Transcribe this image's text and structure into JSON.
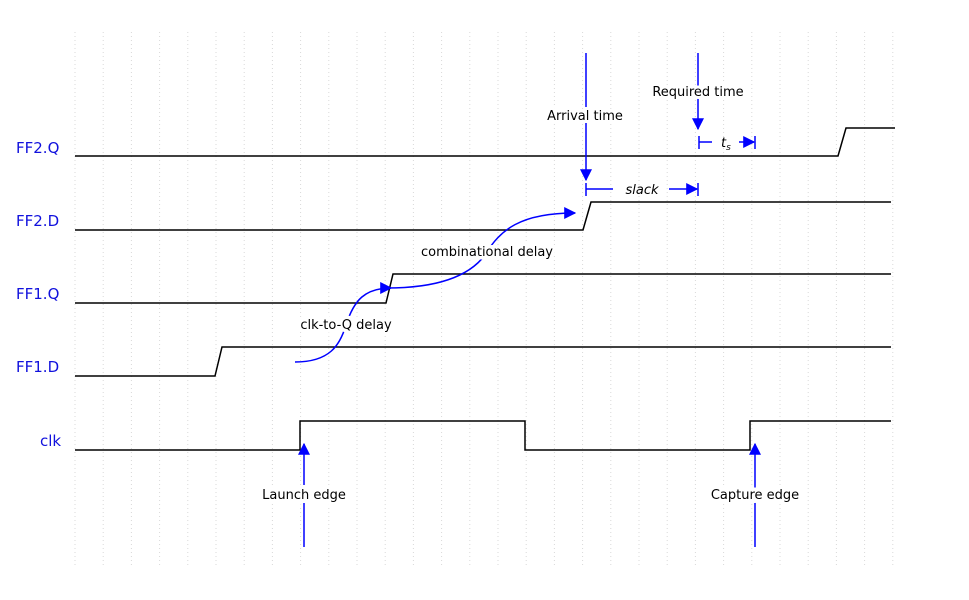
{
  "signals": {
    "ff2q": "FF2.Q",
    "ff2d": "FF2.D",
    "ff1q": "FF1.Q",
    "ff1d": "FF1.D",
    "clk": "clk"
  },
  "annotations": {
    "arrival_time": "Arrival time",
    "required_time": "Required time",
    "setup_symbol": "t",
    "setup_subscript": "s",
    "slack": "slack",
    "combinational_delay": "combinational delay",
    "clk_to_q_delay": "clk-to-Q delay",
    "launch_edge": "Launch edge",
    "capture_edge": "Capture edge"
  },
  "colors": {
    "signal_label": "#1111dd",
    "annotation_arrow": "#0000ff",
    "waveform": "#000000"
  }
}
